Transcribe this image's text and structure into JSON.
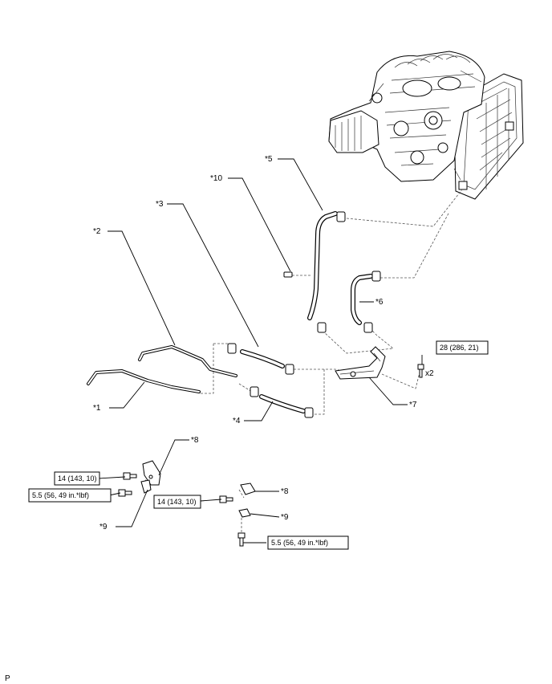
{
  "callouts": {
    "c1": "*1",
    "c2": "*2",
    "c3": "*3",
    "c4": "*4",
    "c5": "*5",
    "c6": "*6",
    "c7": "*7",
    "c8a": "*8",
    "c8b": "*8",
    "c9a": "*9",
    "c9b": "*9",
    "c10": "*10"
  },
  "torque": {
    "bolt_top": "28 (286, 21)",
    "bracket_upper": "14 (143, 10)",
    "bracket_lower": "5.5 (56, 49 in.*lbf)",
    "clamp_upper": "14 (143, 10)",
    "clamp_lower": "5.5 (56, 49 in.*lbf)"
  },
  "quantity": "x2",
  "corner_mark": "P"
}
